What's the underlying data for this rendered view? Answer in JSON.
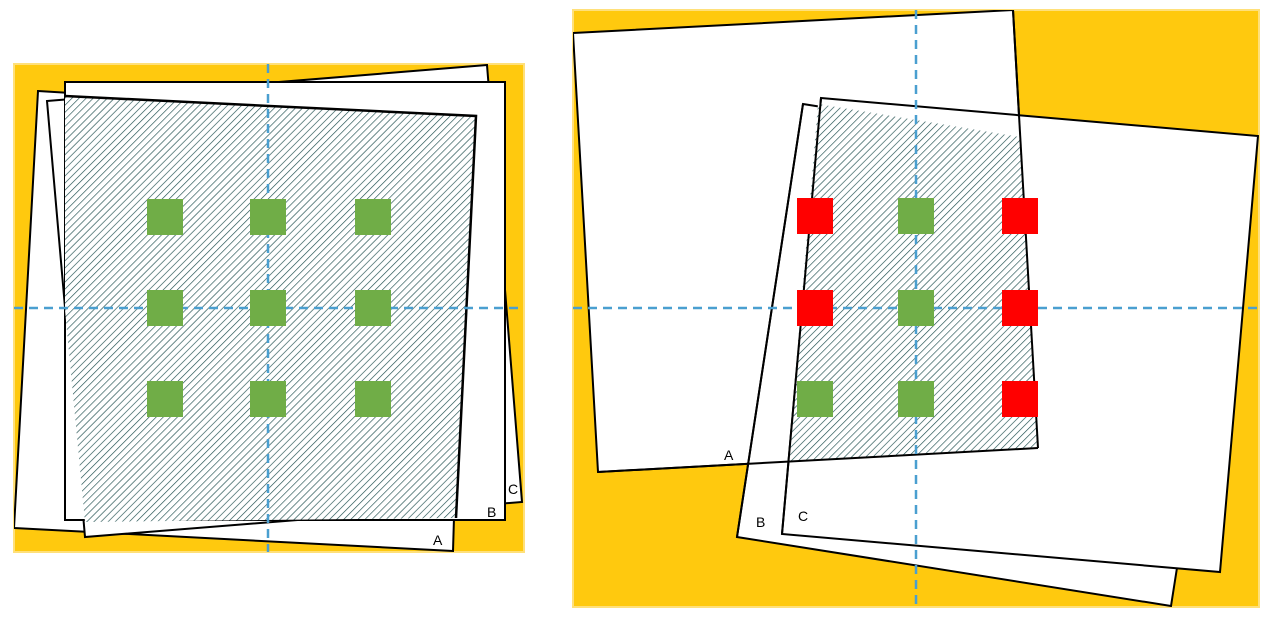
{
  "colors": {
    "background": "#ffc90e",
    "green_marker": "#70ad47",
    "red_marker": "#ff0000",
    "axis": "#4a9fd0",
    "hatch": "#1f4f4f"
  },
  "left_panel": {
    "labels": {
      "a": "A",
      "b": "B",
      "c": "C"
    }
  },
  "right_panel": {
    "labels": {
      "a": "A",
      "b": "B",
      "c": "C"
    },
    "marker_colors": [
      [
        "red",
        "green",
        "red"
      ],
      [
        "red",
        "green",
        "red"
      ],
      [
        "green",
        "green",
        "red"
      ]
    ]
  }
}
